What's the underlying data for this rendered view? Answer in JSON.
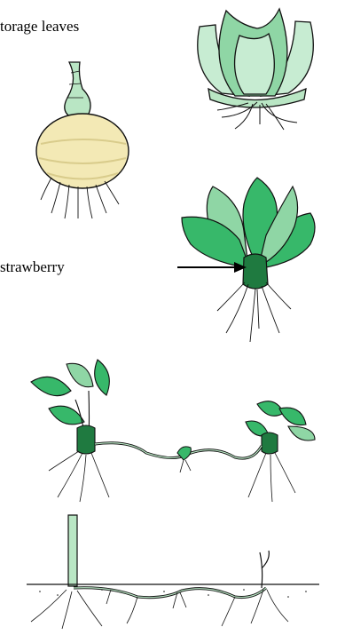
{
  "labels": {
    "storage_leaves": "torage leaves",
    "strawberry": "strawberry"
  },
  "colors": {
    "leaf_light": "#c7ecd2",
    "leaf_mid": "#8fd6a5",
    "leaf_green": "#37b86a",
    "leaf_dark": "#1f7a40",
    "stem_green": "#b9e6c4",
    "bulb_cream": "#f3e9b5",
    "bulb_shade": "#d9cc8c",
    "ink": "#111111"
  },
  "illustrations": [
    {
      "name": "bulb-rosette-illustration",
      "icon": "rosette-bulb-icon"
    },
    {
      "name": "corm-illustration",
      "icon": "corm-icon"
    },
    {
      "name": "strawberry-crown-illustration",
      "icon": "strawberry-plant-icon"
    },
    {
      "name": "runner-plants-illustration",
      "icon": "runner-icon"
    },
    {
      "name": "rhizome-illustration",
      "icon": "rhizome-icon"
    }
  ]
}
